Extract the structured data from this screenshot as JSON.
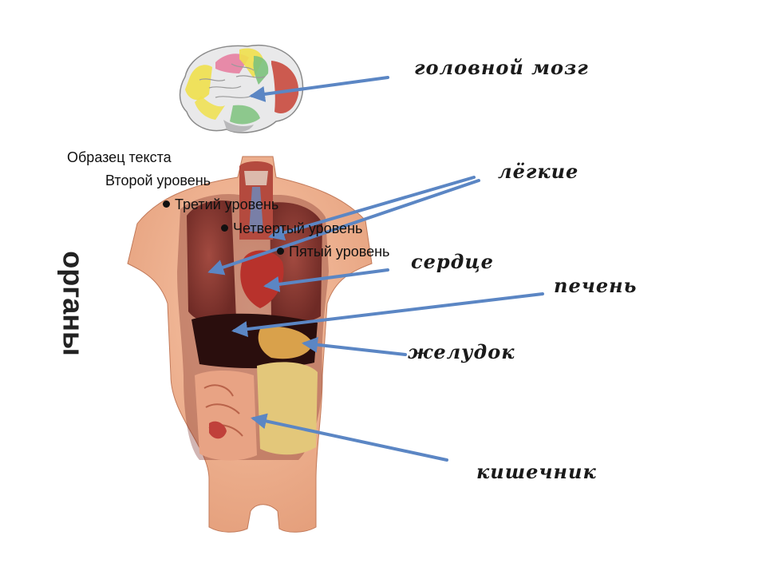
{
  "labels": {
    "brain": "головной мозг",
    "lungs": "лёгкие",
    "heart": "сердце",
    "liver": "печень",
    "stomach": "желудок",
    "intestine": "кишечник"
  },
  "title": "органы",
  "placeholder": {
    "level1": "Образец текста",
    "level2": "Второй уровень",
    "level3": "Третий уровень",
    "level4": "Четвертый уровень",
    "level5": "Пятый уровень"
  },
  "colors": {
    "arrow": "#5b86c4",
    "skin": "#f2b08f",
    "lung": "#8e3a33",
    "heart": "#b8322c",
    "liver": "#4a1c1a",
    "stomach": "#d9a14b",
    "intestine": "#e8a384",
    "colon": "#e3c77a",
    "brain_white": "#e9e9ea",
    "brain_yellow": "#f0e04c",
    "brain_pink": "#e77fa1",
    "brain_green": "#7cc27c",
    "brain_red": "#c94a3e"
  }
}
